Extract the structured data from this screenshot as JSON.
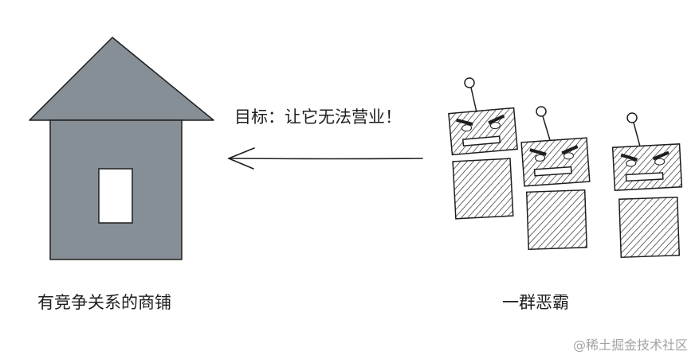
{
  "labels": {
    "goal": "目标：让它无法营业！",
    "shop": "有竞争关系的商铺",
    "gang": "一群恶霸"
  },
  "watermark": "@稀土掘金技术社区",
  "colors": {
    "stroke": "#1e1e1e",
    "house_fill": "#868e96",
    "door_fill": "#ffffff",
    "hatch": "#1e1e1e",
    "watermark": "#a3a3a3"
  },
  "icons": {
    "house": "house-icon",
    "arrow": "arrow-left-icon",
    "robot": "angry-robot-icon"
  }
}
